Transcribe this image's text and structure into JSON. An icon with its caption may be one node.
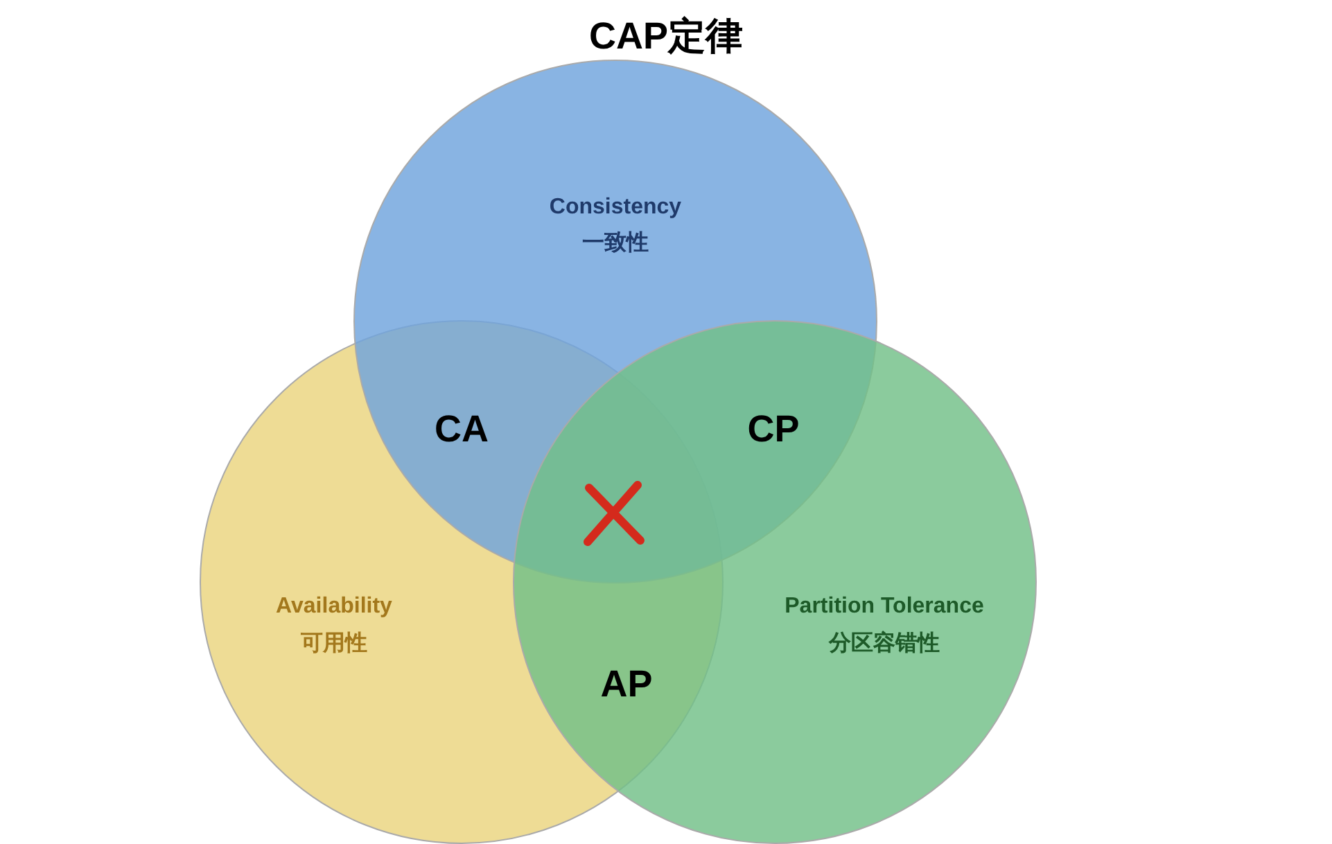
{
  "diagram": {
    "title": "CAP定律",
    "nodes": [
      {
        "text": [
          "Consistency",
          "一致性"
        ]
      },
      {
        "text": [
          "Availability",
          "可用性"
        ]
      },
      {
        "text": [
          "Partition Tolerance",
          "分区容错性"
        ]
      }
    ],
    "labels": [
      "CA",
      "CP",
      "AP"
    ]
  }
}
